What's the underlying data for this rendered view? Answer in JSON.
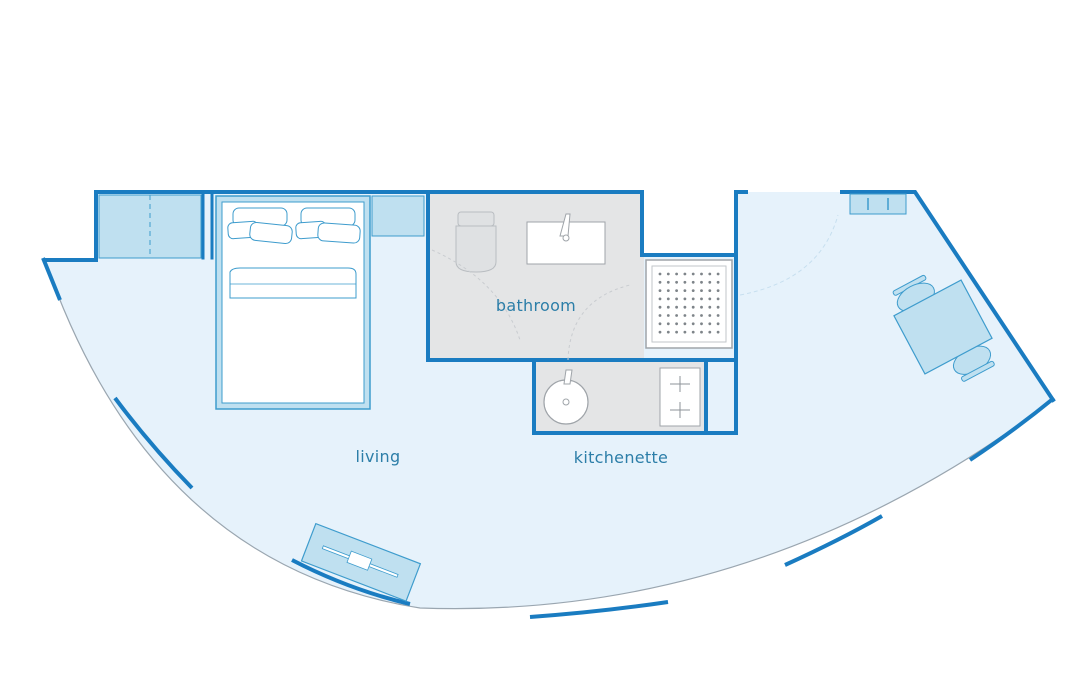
{
  "plan": {
    "rooms": {
      "living": "living",
      "bathroom": "bathroom",
      "kitchenette": "kitchenette"
    },
    "colors": {
      "wall": "#1a7cc1",
      "floor": "#e6f2fb",
      "bathroom_floor": "#e4e5e6",
      "furniture_fill": "#bfe0f0",
      "furniture_stroke": "#3e9ccd",
      "window_line": "#9aa6b0"
    },
    "icons": [
      "double-bed-icon",
      "wardrobe-icon",
      "toilet-icon",
      "washbasin-icon",
      "shower-tray-icon",
      "kitchen-sink-icon",
      "cooktop-icon",
      "dining-table-icon",
      "tv-unit-icon",
      "door-icon"
    ]
  }
}
